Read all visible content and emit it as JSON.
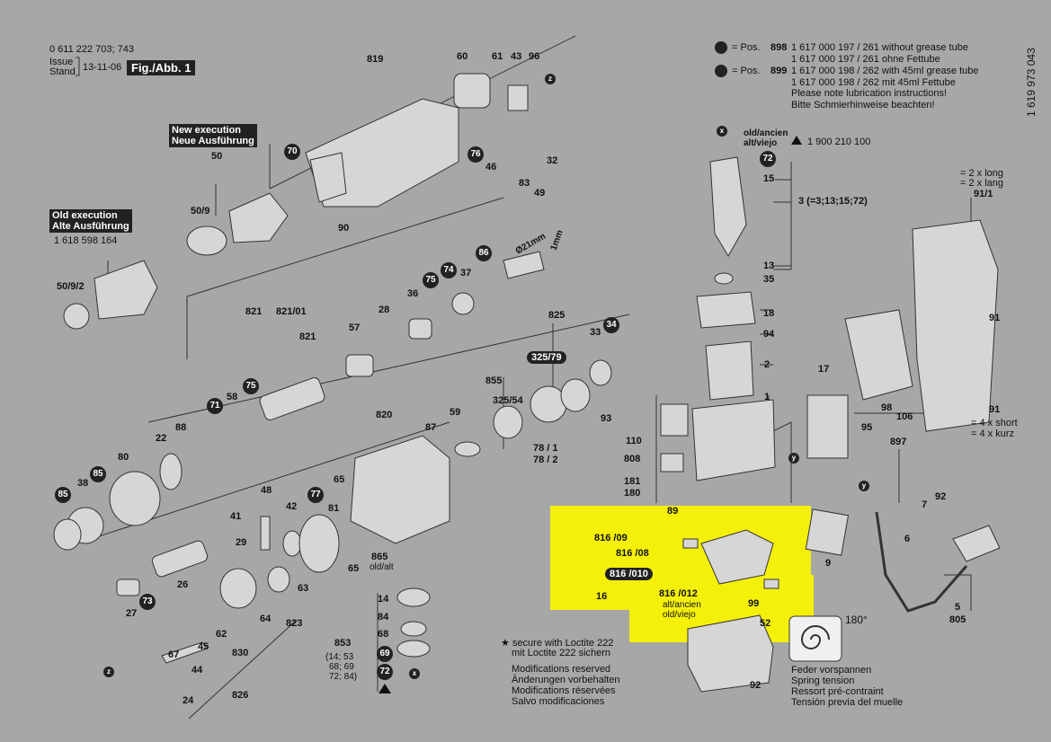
{
  "header": {
    "part_number": "0 611 222 703; 743",
    "issue_label": "Issue",
    "stand_label": "Stand",
    "date": "13-11-06",
    "figure": "Fig./Abb. 1",
    "doc_number": "1 619 973 043"
  },
  "legend": {
    "pos898_prefix": "= Pos.",
    "pos898": "898",
    "pos899_prefix": "= Pos.",
    "pos899": "899",
    "lines": [
      "1 617 000 197 / 261  without grease tube",
      "1 617 000 197 / 261  ohne Fettube",
      "1 617 000 198 / 262  with 45ml grease tube",
      "1 617 000 198 / 262  mit 45ml Fettube",
      "Please note lubrication instructions!",
      "Bitte Schmierhinweise beachten!"
    ]
  },
  "execution_boxes": {
    "new": [
      "New execution",
      "Neue Ausführung"
    ],
    "old": [
      "Old execution",
      "Alte Ausführung"
    ],
    "old_number": "1 618 598 164"
  },
  "old_notice": {
    "label1": "old/ancien",
    "label2": "alt/viejo",
    "number": "1 900 210 100"
  },
  "screws_91": {
    "long1": "= 2 x long",
    "long2": "= 2 x lang",
    "short1": "= 4 x short",
    "short2": "= 4 x kurz",
    "top_label": "91/1",
    "mid_label": "91",
    "bot_label": "91"
  },
  "labels": {
    "l819": "819",
    "l60": "60",
    "l61": "61",
    "l43": "43",
    "l96": "96",
    "l50": "50",
    "l50_9": "50/9",
    "l50_9_2": "50/9/2",
    "l90": "90",
    "l46": "46",
    "l32": "32",
    "l83": "83",
    "l49": "49",
    "l821": "821",
    "l821_01": "821/01",
    "l28": "28",
    "l36": "36",
    "l37": "37",
    "l57": "57",
    "l821b": "821",
    "l58": "58",
    "l88": "88",
    "l22": "22",
    "l80": "80",
    "l38": "38",
    "l825": "825",
    "l33": "33",
    "l855": "855",
    "l325_54": "325/54",
    "l78_1": "78 / 1",
    "l78_2": "78 / 2",
    "l93": "93",
    "l820": "820",
    "l87": "87",
    "l59": "59",
    "l48": "48",
    "l42": "42",
    "l41": "41",
    "l29": "29",
    "l26": "26",
    "l27": "27",
    "l65": "65",
    "l81": "81",
    "l865": "865",
    "l865b": "old/alt",
    "l65b": "65",
    "l63": "63",
    "l64": "64",
    "l62": "62",
    "l67": "67",
    "l45": "45",
    "l44": "44",
    "l823": "823",
    "l830": "830",
    "l826": "826",
    "l24": "24",
    "l14": "14",
    "l84": "84",
    "l68": "68",
    "l853": "853",
    "l853b": "(14; 53",
    "l853c": "68; 69",
    "l853d": "72; 84)",
    "l15": "15",
    "l3": "3 (=3;13;15;72)",
    "l13": "13",
    "l35": "35",
    "l18": "18",
    "l94": "94",
    "l2": "2",
    "l1": "1",
    "l110": "110",
    "l808": "808",
    "l181": "181",
    "l180": "180",
    "l17": "17",
    "l95": "95",
    "l98": "98",
    "l106": "106",
    "l897": "897",
    "l89": "89",
    "l9": "9",
    "l7": "7",
    "l92": "92",
    "l6": "6",
    "l5": "5",
    "l805": "805",
    "l99": "99",
    "l52": "52",
    "l92b": "92",
    "l816_09": "816 /09",
    "l816_08": "816 /08",
    "l816_010": "816 /010",
    "l16": "16",
    "l816_012": "816 /012",
    "l816_012b": "alt/ancien",
    "l816_012c": "old/viejo",
    "d21": "Ø21mm",
    "d1": "1mm"
  },
  "callouts": {
    "c70": "70",
    "c76": "76",
    "c75a": "75",
    "c74": "74",
    "c86": "86",
    "c71": "71",
    "c75b": "75",
    "c85a": "85",
    "c85b": "85",
    "c77": "77",
    "c73": "73",
    "c69": "69",
    "c72a": "72",
    "c72b": "72",
    "c34": "34",
    "p325_79": "325/79",
    "p816_010": "816 /010"
  },
  "notes": {
    "loctite1": "★ secure with Loctite 222",
    "loctite2": "mit Loctite 222 sichern",
    "mod1": "Modifications reserved",
    "mod2": "Änderungen vorbehalten",
    "mod3": "Modifications réservées",
    "mod4": "Salvo modificaciones"
  },
  "spring": {
    "degree": "180°",
    "l1": "Feder vorspannen",
    "l2": "Spring tension",
    "l3": "Ressort pré-contraint",
    "l4": "Tensión previa del muelle"
  },
  "colors": {
    "background": "#a7a7a7",
    "highlight": "#f4f00a",
    "ink": "#222222"
  }
}
